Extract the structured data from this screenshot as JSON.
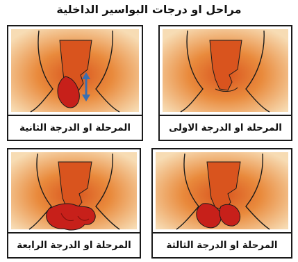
{
  "title": "مراحل او درجات البواسير الداخلية",
  "panels": [
    {
      "caption": "المرحلة او الدرجة الاولى",
      "stage": 1,
      "image": "internal-hemorrhoid-grade-1-illustration"
    },
    {
      "caption": "المرحلة او الدرجة الثانية",
      "stage": 2,
      "image": "internal-hemorrhoid-grade-2-illustration"
    },
    {
      "caption": "المرحلة او الدرجة الثالثة",
      "stage": 3,
      "image": "internal-hemorrhoid-grade-3-illustration"
    },
    {
      "caption": "المرحلة او الدرجة الرابعة",
      "stage": 4,
      "image": "internal-hemorrhoid-grade-4-illustration"
    }
  ],
  "colors": {
    "skin_outer": "#f3c48a",
    "skin_mid": "#e98a3c",
    "canal": "#d9541e",
    "hemorrhoid": "#c7201a",
    "arrow": "#3b6fb0",
    "outline": "#1a1a1a"
  }
}
